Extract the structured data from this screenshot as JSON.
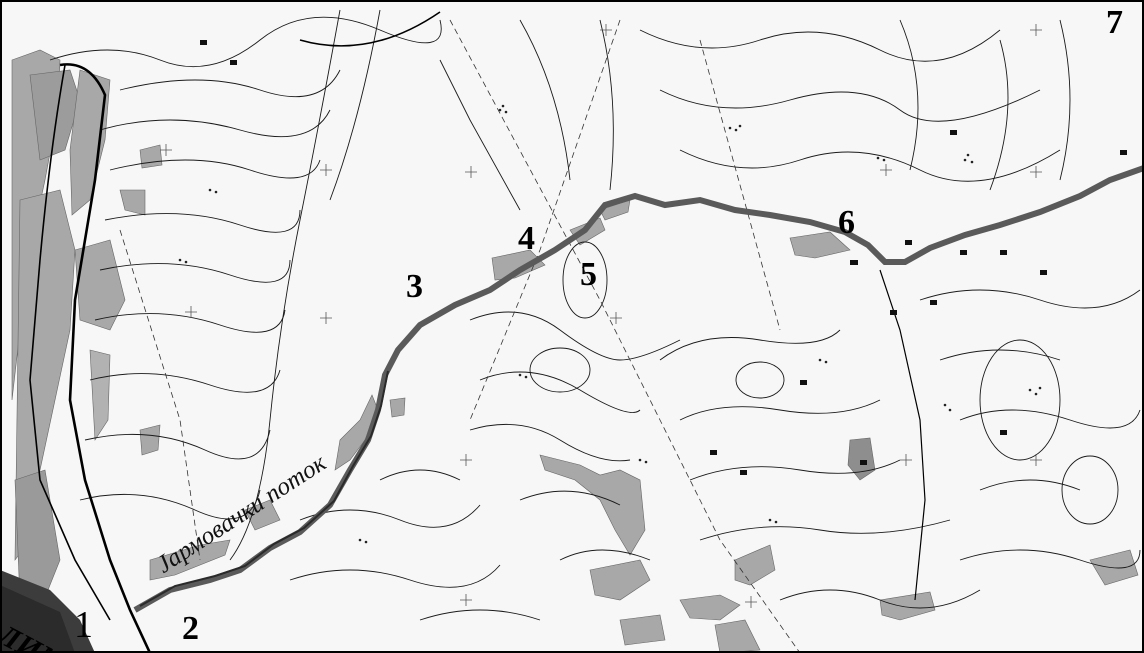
{
  "map": {
    "stream_name": "Јармовачки поток",
    "river_fragment": "ЛИМ",
    "locations": [
      {
        "id": "1",
        "label": "1"
      },
      {
        "id": "2",
        "label": "2"
      },
      {
        "id": "3",
        "label": "3"
      },
      {
        "id": "4",
        "label": "4"
      },
      {
        "id": "5",
        "label": "5"
      },
      {
        "id": "6",
        "label": "6"
      },
      {
        "id": "7",
        "label": "7"
      }
    ]
  },
  "colors": {
    "background": "#f7f7f7",
    "parcel_line": "#1a1a1a",
    "stream": "#5a5a5a",
    "gray_area": "#a8a8a8",
    "river": "#3c3c3c",
    "road": "#000000"
  }
}
